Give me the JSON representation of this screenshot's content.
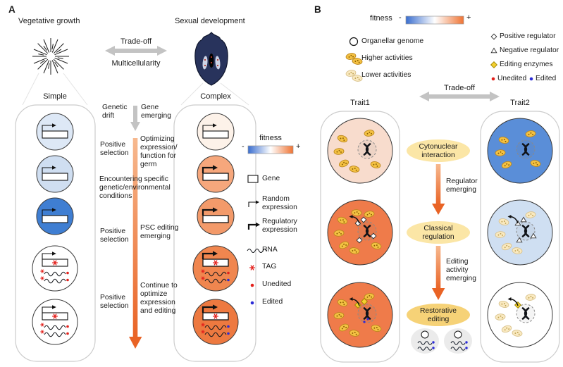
{
  "colors": {
    "fitness_low": "#3a6ecf",
    "fitness_high": "#ef7434",
    "arrow_orange": "#e96325",
    "arrow_gray": "#c3c3c3",
    "cell_strong_blue": "#3f7ed2",
    "cell_light_blue": "#dde8f6",
    "cell_orange": "#ed7940",
    "cell_light_orange": "#fdf2e9",
    "trait_blue": "#5a8ed8",
    "trait_light_blue": "#cfdff2",
    "trait_orange": "#ef7b4a",
    "trait_light_orange": "#f8dccd",
    "blob_yellow": "#f4c143",
    "stage_label_yellow": "#fbe6a6",
    "tag_red": "#e3211c",
    "edited_blue": "#2b2bd6"
  },
  "panelA": {
    "label": "A",
    "vegetative": "Vegetative growth",
    "sexual": "Sexual development",
    "tradeoff": "Trade-off",
    "multicellularity": "Multicellularity",
    "simple": "Simple",
    "complex": "Complex",
    "genetic_drift": "Genetic drift",
    "gene_emerging": "Gene emerging",
    "positive_selection": "Positive selection",
    "optimizing": "Optimizing expression/ function for germ",
    "encountering": "Encountering specific genetic/environmental conditions",
    "psc_editing": "PSC editing emerging",
    "continue_optimize": "Continue to optimize expression and editing",
    "legend": {
      "fitness": "fitness",
      "minus": "-",
      "plus": "+",
      "gene": "Gene",
      "random_expression": "Random expression",
      "regulatory_expression": "Regulatory expression",
      "rna": "RNA",
      "tag": "TAG",
      "unedited": "Unedited",
      "edited": "Edited"
    }
  },
  "panelB": {
    "label": "B",
    "legend": {
      "fitness": "fitness",
      "minus": "-",
      "plus": "+",
      "organellar_genome": "Organellar genome",
      "higher_activities": "Higher activities",
      "lower_activities": "Lower activities",
      "positive_regulator": "Positive regulator",
      "negative_regulator": "Negative regulator",
      "editing_enzymes": "Editing enzymes",
      "unedited": "Unedited",
      "edited": "Edited"
    },
    "tradeoff": "Trade-off",
    "trait1": "Trait1",
    "trait2": "Trait2",
    "stage1": "Cytonuclear interaction",
    "regulator_emerging": "Regulator emerging",
    "stage2": "Classical regulation",
    "editing_emerging": "Editing activity emerging",
    "stage3": "Restorative editing"
  }
}
